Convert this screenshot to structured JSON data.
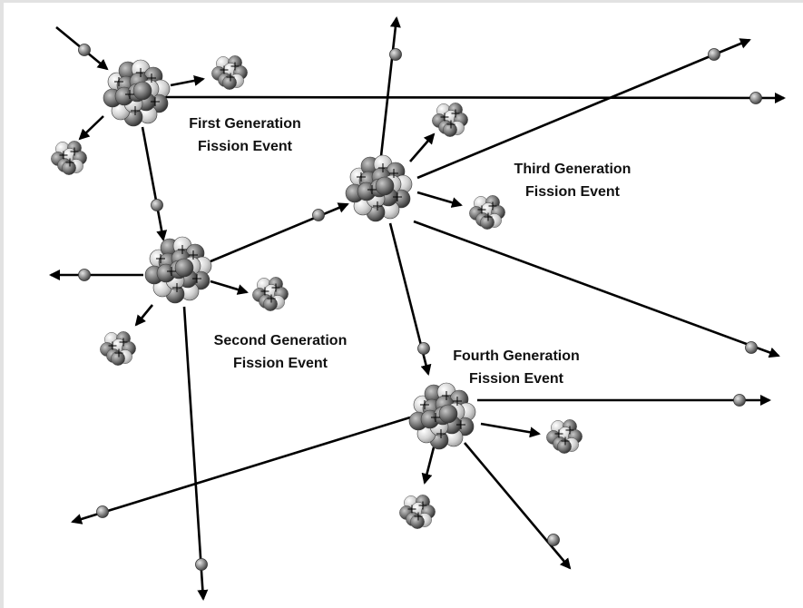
{
  "labels": {
    "first": [
      "First Generation",
      "Fission Event"
    ],
    "second": [
      "Second Generation",
      "Fission Event"
    ],
    "third": [
      "Third Generation",
      "Fission Event"
    ],
    "fourth": [
      "Fourth Generation",
      "Fission Event"
    ]
  },
  "colors": {
    "arrow": "#000000",
    "neutron": "#8a8a8a",
    "nucleon_dark": "#6e6e6e",
    "nucleon_light": "#d2d2d2",
    "frame": "#e2e2e2"
  },
  "icons": {
    "neutron": "neutron-icon",
    "fragment": "fission-fragment-icon",
    "nucleus": "uranium-nucleus-icon"
  }
}
